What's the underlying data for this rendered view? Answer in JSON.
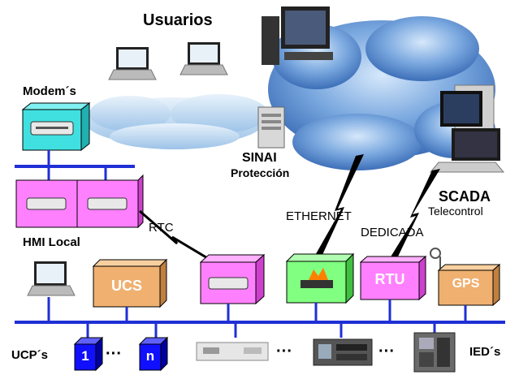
{
  "labels": {
    "usuarios": "Usuarios",
    "modems": "Modem´s",
    "sinai": "SINAI",
    "proteccion": "Protección",
    "scada": "SCADA",
    "telecontrol": "Telecontrol",
    "rtc": "RTC",
    "ethernet": "ETHERNET",
    "dedicada": "DEDICADA",
    "hmi_local": "HMI Local",
    "ucs": "UCS",
    "rtu": "RTU",
    "gps": "GPS",
    "ucps": "UCP´s",
    "ucp_1": "1",
    "ucp_n": "n",
    "dots": "···",
    "ieds": "IED´s"
  },
  "colors": {
    "bus": "#1f2fd6",
    "cloud": "#6f9fd8",
    "cloud_light": "#a9c9ec",
    "modem_box": "#40e0e0",
    "magenta_box": "#ff80ff",
    "green_box": "#80ff80",
    "tan_box": "#f0b070",
    "ucp_blue": "#1010ff"
  }
}
